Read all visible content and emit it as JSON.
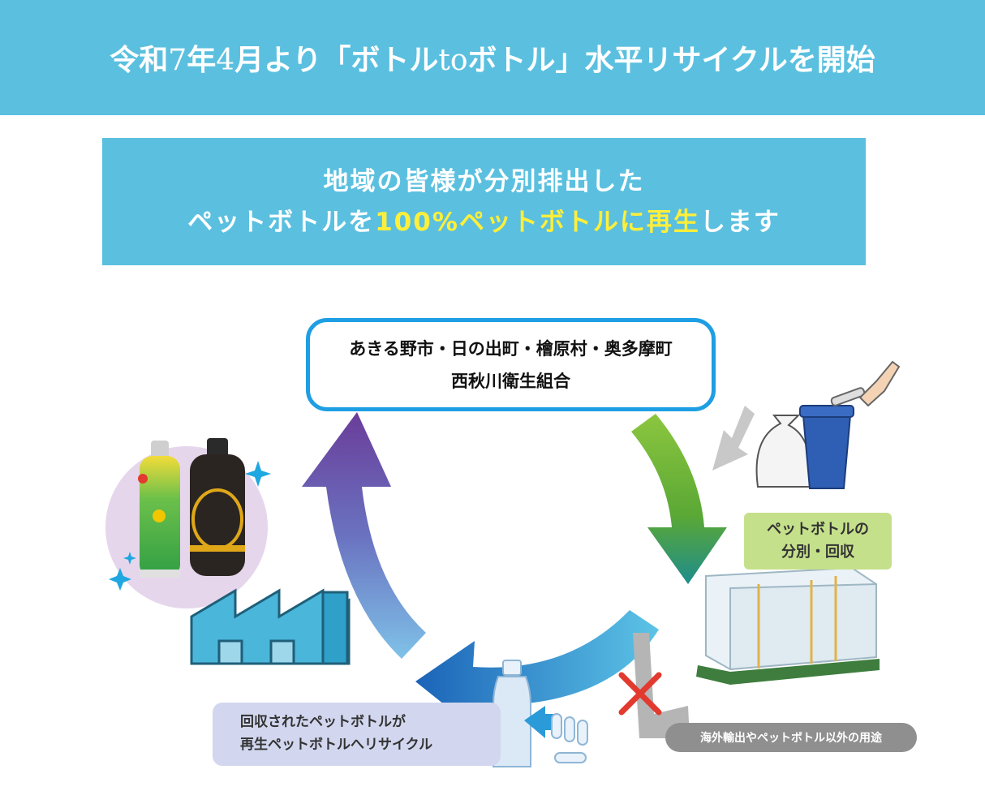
{
  "header": {
    "title_part1": "令和",
    "title_num1": "7",
    "title_part2": "年",
    "title_num2": "4",
    "title_part3": "月より「ボトル",
    "title_to": "to",
    "title_part4": "ボトル」水平リサイクルを開始"
  },
  "banner": {
    "line1": "地域の皆様が分別排出した",
    "line2_prefix": "ペットボトルを",
    "line2_highlight": "100%ペットボトルに再生",
    "line2_suffix": "します"
  },
  "org": {
    "line1": "あきる野市・日の出町・檜原村・奥多摩町",
    "line2": "西秋川衛生組合"
  },
  "step_collect": {
    "line1": "ペットボトルの",
    "line2": "分別・回収"
  },
  "step_recycle": {
    "line1": "回収されたペットボトルが",
    "line2": "再生ペットボトルへリサイクル"
  },
  "excluded": {
    "label": "海外輸出やペットボトル以外の用途"
  },
  "colors": {
    "header_bg": "#5bc0df",
    "highlight_text": "#ffef3a",
    "org_border": "#1e9ee3",
    "arrow_green": "#6ab82e",
    "arrow_blue": "#1f6fc0",
    "arrow_purple": "#6a3d9a",
    "collect_label_bg": "#c5e08b",
    "excluded_bg": "#8f8f8f",
    "cross_red": "#e23a2f"
  }
}
